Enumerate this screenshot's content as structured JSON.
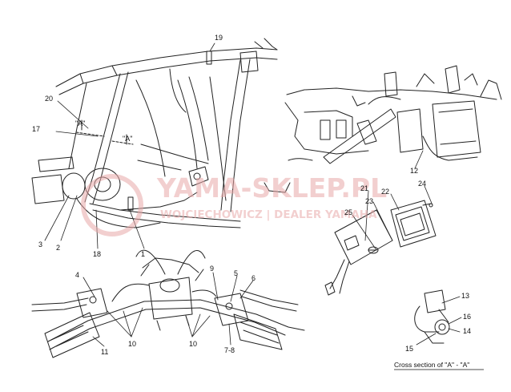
{
  "watermark": {
    "main": "YAMA-SKLEP.PL",
    "sub": "WOJCIECHOWICZ | DEALER YAMAHA",
    "color": "#e8a8a8"
  },
  "caption": "Cross section of \"A\" - \"A\"",
  "section_marks": [
    "\"A\"",
    "\"A\""
  ],
  "callouts": [
    {
      "id": "c19",
      "label": "19"
    },
    {
      "id": "c20",
      "label": "20"
    },
    {
      "id": "c17",
      "label": "17"
    },
    {
      "id": "c3",
      "label": "3"
    },
    {
      "id": "c2",
      "label": "2"
    },
    {
      "id": "c18",
      "label": "18"
    },
    {
      "id": "c1",
      "label": "1"
    },
    {
      "id": "c4",
      "label": "4"
    },
    {
      "id": "c11",
      "label": "11"
    },
    {
      "id": "c10a",
      "label": "10"
    },
    {
      "id": "c10b",
      "label": "10"
    },
    {
      "id": "c9",
      "label": "9"
    },
    {
      "id": "c5",
      "label": "5"
    },
    {
      "id": "c6",
      "label": "6"
    },
    {
      "id": "c78",
      "label": "7-8"
    },
    {
      "id": "c12",
      "label": "12"
    },
    {
      "id": "c21",
      "label": "21"
    },
    {
      "id": "c22",
      "label": "22"
    },
    {
      "id": "c24",
      "label": "24"
    },
    {
      "id": "c25",
      "label": "25"
    },
    {
      "id": "c23",
      "label": "23"
    },
    {
      "id": "c13",
      "label": "13"
    },
    {
      "id": "c16",
      "label": "16"
    },
    {
      "id": "c14",
      "label": "14"
    },
    {
      "id": "c15",
      "label": "15"
    }
  ]
}
